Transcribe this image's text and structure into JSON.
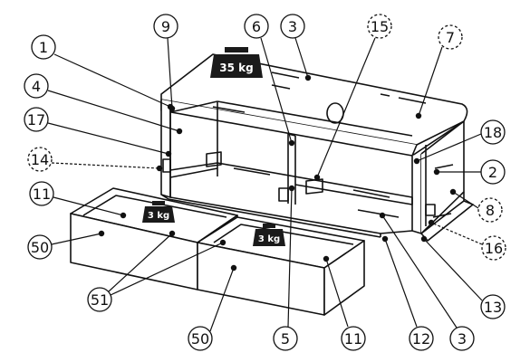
{
  "callouts": [
    {
      "id": "c1",
      "label": "1",
      "dashed": false
    },
    {
      "id": "c2",
      "label": "2",
      "dashed": false
    },
    {
      "id": "c3a",
      "label": "3",
      "dashed": false
    },
    {
      "id": "c3b",
      "label": "3",
      "dashed": false
    },
    {
      "id": "c4",
      "label": "4",
      "dashed": false
    },
    {
      "id": "c5",
      "label": "5",
      "dashed": false
    },
    {
      "id": "c6",
      "label": "6",
      "dashed": false
    },
    {
      "id": "c7",
      "label": "7",
      "dashed": true
    },
    {
      "id": "c8",
      "label": "8",
      "dashed": true
    },
    {
      "id": "c9",
      "label": "9",
      "dashed": false
    },
    {
      "id": "c11a",
      "label": "11",
      "dashed": false
    },
    {
      "id": "c11b",
      "label": "11",
      "dashed": false
    },
    {
      "id": "c12",
      "label": "12",
      "dashed": false
    },
    {
      "id": "c13",
      "label": "13",
      "dashed": false
    },
    {
      "id": "c14",
      "label": "14",
      "dashed": true
    },
    {
      "id": "c15",
      "label": "15",
      "dashed": true
    },
    {
      "id": "c16",
      "label": "16",
      "dashed": true
    },
    {
      "id": "c17",
      "label": "17",
      "dashed": false
    },
    {
      "id": "c18",
      "label": "18",
      "dashed": false
    },
    {
      "id": "c50a",
      "label": "50",
      "dashed": false
    },
    {
      "id": "c50b",
      "label": "50",
      "dashed": false
    },
    {
      "id": "c51",
      "label": "51",
      "dashed": false
    }
  ],
  "weights": {
    "top": "35 kg",
    "drawer_left": "3 kg",
    "drawer_right": "3 kg"
  },
  "colors": {
    "line": "#111111",
    "weight_fill": "#1a1a1a",
    "background": "#ffffff"
  }
}
